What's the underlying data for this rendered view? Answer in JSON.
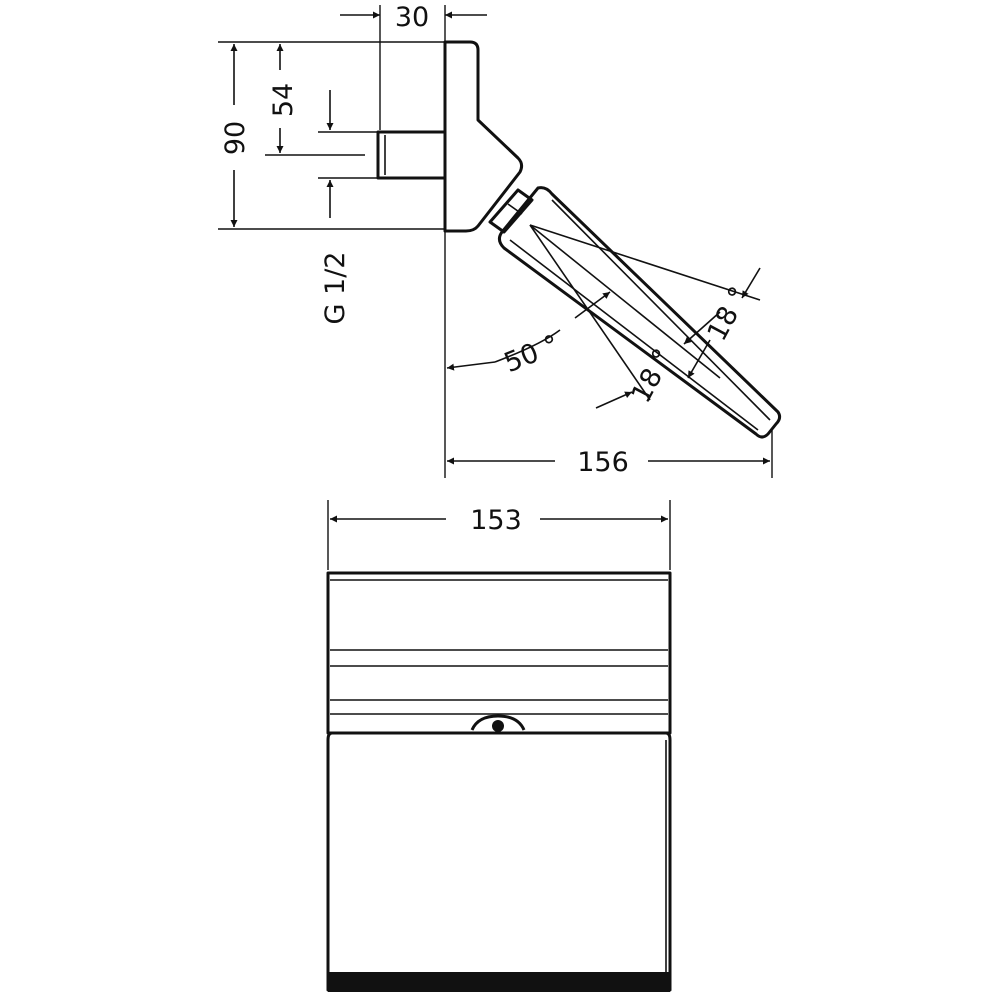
{
  "side_view": {
    "dim_depth": "30",
    "dim_total_height": "90",
    "dim_inlet_height": "54",
    "thread_label": "G 1/2",
    "angle_tilt": "50 °",
    "angle_spray_lower": "18 °",
    "angle_spray_upper": "18 °",
    "dim_projection": "156"
  },
  "front_view": {
    "dim_width": "153"
  }
}
